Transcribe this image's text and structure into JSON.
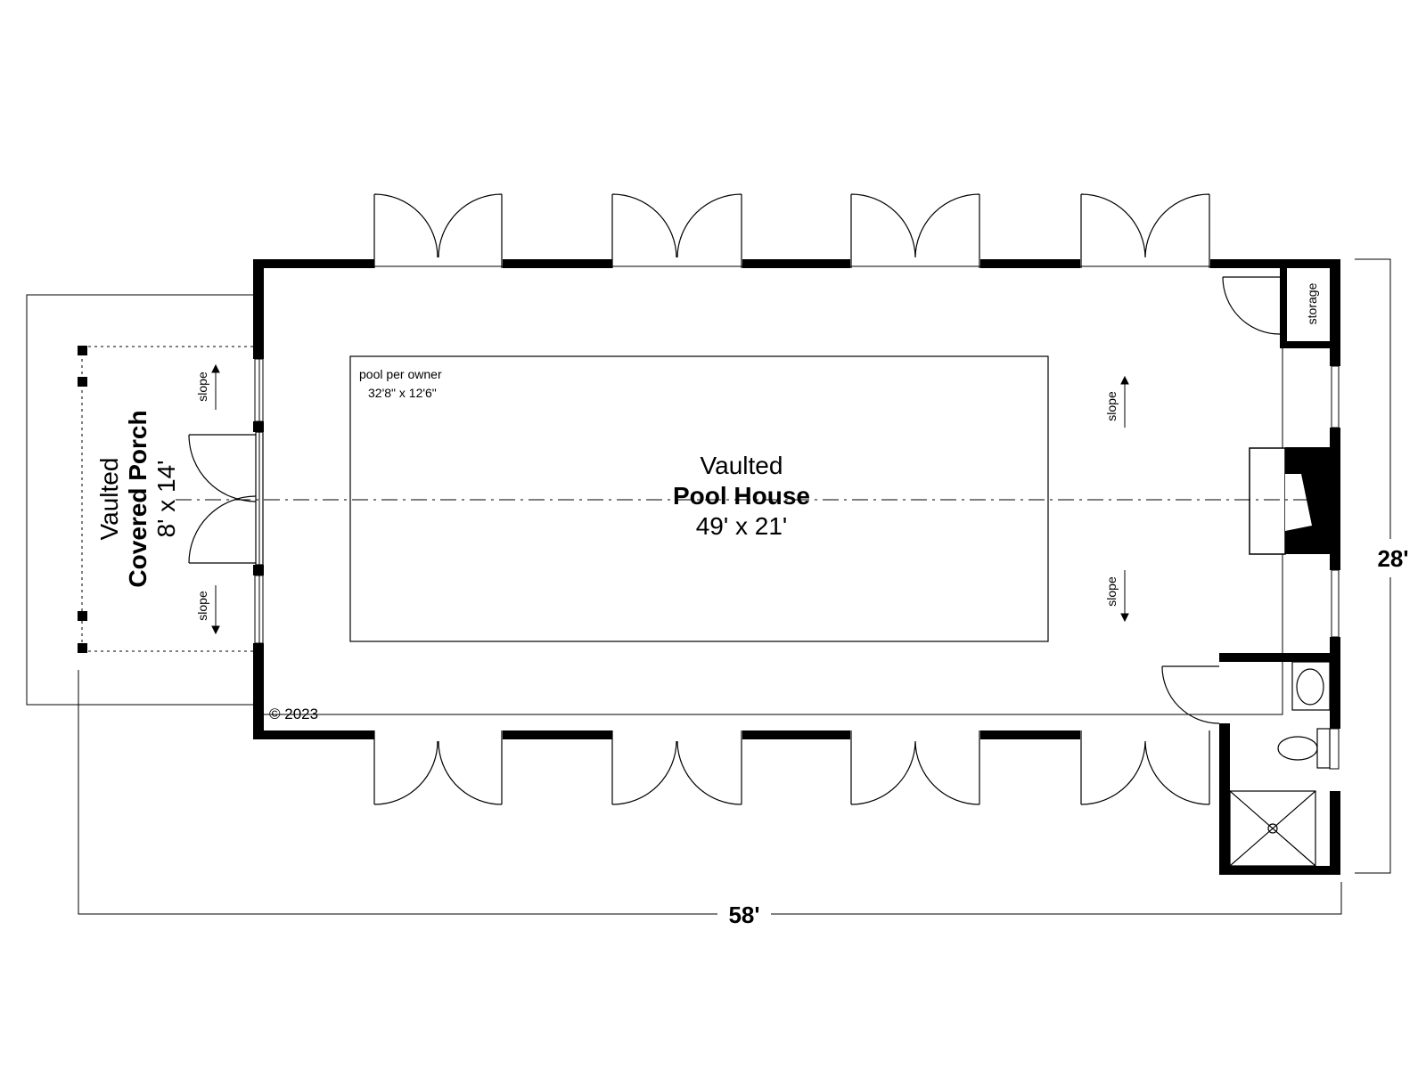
{
  "pool_house": {
    "title_line1": "Vaulted",
    "title_line2": "Pool House",
    "dimensions": "49' x 21'"
  },
  "pool": {
    "label": "pool per owner",
    "dimensions": "32'8\" x 12'6\""
  },
  "covered_porch": {
    "title_line1": "Vaulted",
    "title_line2": "Covered Porch",
    "dimensions": "8' x 14'"
  },
  "slope_label": "slope",
  "storage_label": "storage",
  "copyright": "© 2023",
  "overall_width": "58'",
  "overall_depth": "28'",
  "colors": {
    "line": "#000000",
    "background": "#ffffff"
  }
}
